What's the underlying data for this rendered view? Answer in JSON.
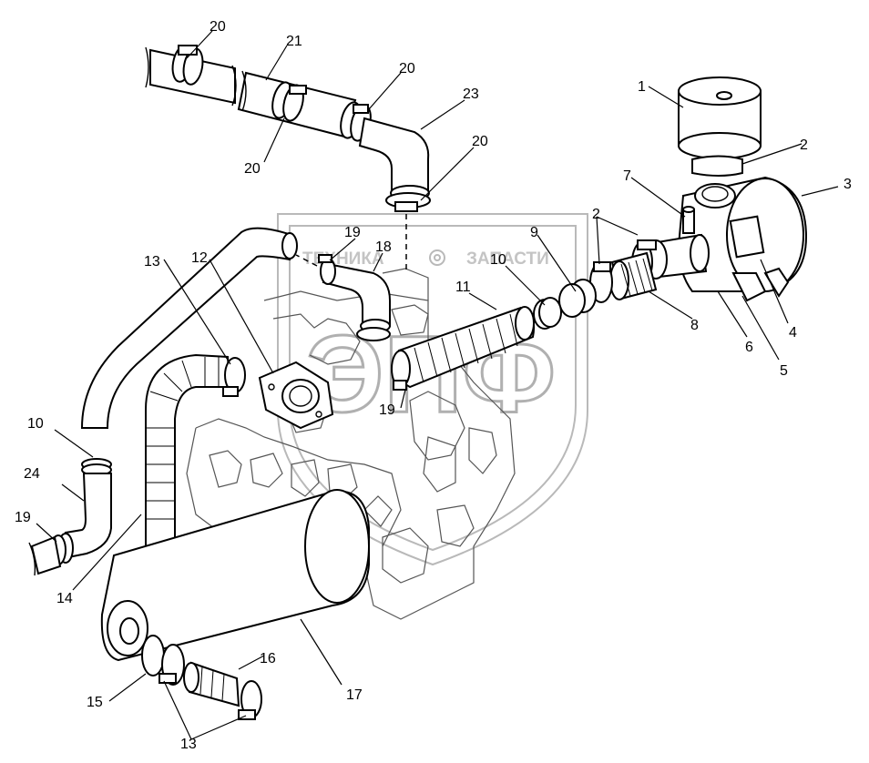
{
  "watermark": {
    "left_word": "ТЕХНИКА",
    "right_word": "ЗАПАСТИ",
    "emblem_letters": "ЭПФ"
  },
  "callouts": [
    "1",
    "2",
    "2",
    "3",
    "4",
    "5",
    "6",
    "7",
    "8",
    "9",
    "10",
    "10",
    "11",
    "12",
    "13",
    "13",
    "14",
    "15",
    "16",
    "17",
    "18",
    "19",
    "19",
    "19",
    "20",
    "20",
    "20",
    "20",
    "21",
    "23",
    "24"
  ]
}
